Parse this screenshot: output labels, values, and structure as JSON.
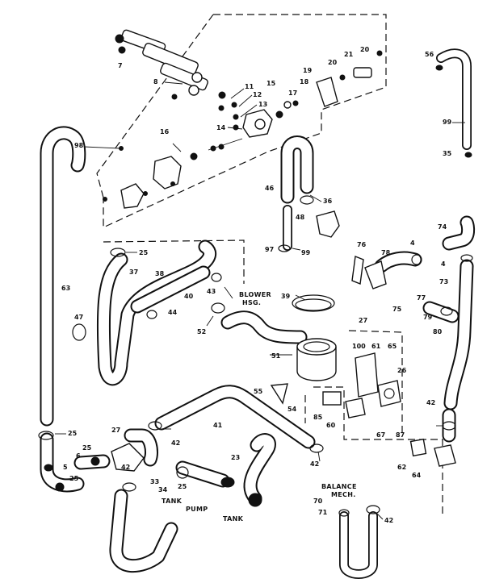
{
  "callouts": [
    {
      "id": "c7",
      "text": "7"
    },
    {
      "id": "c8",
      "text": "8"
    },
    {
      "id": "c11",
      "text": "11"
    },
    {
      "id": "c12",
      "text": "12"
    },
    {
      "id": "c13",
      "text": "13"
    },
    {
      "id": "c14",
      "text": "14"
    },
    {
      "id": "c15",
      "text": "15"
    },
    {
      "id": "c16",
      "text": "16"
    },
    {
      "id": "c17",
      "text": "17"
    },
    {
      "id": "c18",
      "text": "18"
    },
    {
      "id": "c19",
      "text": "19"
    },
    {
      "id": "c20",
      "text": "20"
    },
    {
      "id": "c21",
      "text": "21"
    },
    {
      "id": "c20b",
      "text": "20"
    },
    {
      "id": "c98",
      "text": "98"
    },
    {
      "id": "c46",
      "text": "46"
    },
    {
      "id": "c36",
      "text": "36"
    },
    {
      "id": "c48",
      "text": "48"
    },
    {
      "id": "c97",
      "text": "97"
    },
    {
      "id": "c99",
      "text": "99"
    },
    {
      "id": "c56",
      "text": "56"
    },
    {
      "id": "c99b",
      "text": "99"
    },
    {
      "id": "c35",
      "text": "35"
    },
    {
      "id": "c74",
      "text": "74"
    },
    {
      "id": "c78",
      "text": "78"
    },
    {
      "id": "c76",
      "text": "76"
    },
    {
      "id": "c4a",
      "text": "4"
    },
    {
      "id": "c4b",
      "text": "4"
    },
    {
      "id": "c73",
      "text": "73"
    },
    {
      "id": "c75",
      "text": "75"
    },
    {
      "id": "c77",
      "text": "77"
    },
    {
      "id": "c79",
      "text": "79"
    },
    {
      "id": "c80",
      "text": "80"
    },
    {
      "id": "c25a",
      "text": "25"
    },
    {
      "id": "c37",
      "text": "37"
    },
    {
      "id": "c38",
      "text": "38"
    },
    {
      "id": "c40",
      "text": "40"
    },
    {
      "id": "c43",
      "text": "43"
    },
    {
      "id": "c44",
      "text": "44"
    },
    {
      "id": "c63",
      "text": "63"
    },
    {
      "id": "c47",
      "text": "47"
    },
    {
      "id": "c39",
      "text": "39"
    },
    {
      "id": "c52",
      "text": "52"
    },
    {
      "id": "c27a",
      "text": "27"
    },
    {
      "id": "c51",
      "text": "51"
    },
    {
      "id": "c100",
      "text": "100"
    },
    {
      "id": "c61",
      "text": "61"
    },
    {
      "id": "c65",
      "text": "65"
    },
    {
      "id": "c26",
      "text": "26"
    },
    {
      "id": "c55",
      "text": "55"
    },
    {
      "id": "c54",
      "text": "54"
    },
    {
      "id": "c85",
      "text": "85"
    },
    {
      "id": "c60",
      "text": "60"
    },
    {
      "id": "c67",
      "text": "67"
    },
    {
      "id": "c87",
      "text": "87"
    },
    {
      "id": "c42a",
      "text": "42"
    },
    {
      "id": "c25b",
      "text": "25"
    },
    {
      "id": "c5",
      "text": "5"
    },
    {
      "id": "c6",
      "text": "6"
    },
    {
      "id": "c25c",
      "text": "25"
    },
    {
      "id": "c27b",
      "text": "27"
    },
    {
      "id": "c25d",
      "text": "25"
    },
    {
      "id": "c41",
      "text": "41"
    },
    {
      "id": "c42b",
      "text": "42"
    },
    {
      "id": "c42c",
      "text": "42"
    },
    {
      "id": "c33",
      "text": "33"
    },
    {
      "id": "c34",
      "text": "34"
    },
    {
      "id": "c25e",
      "text": "25"
    },
    {
      "id": "c23",
      "text": "23"
    },
    {
      "id": "c42d",
      "text": "42"
    },
    {
      "id": "c62",
      "text": "62"
    },
    {
      "id": "c64",
      "text": "64"
    },
    {
      "id": "c70",
      "text": "70"
    },
    {
      "id": "c71",
      "text": "71"
    },
    {
      "id": "c42e",
      "text": "42"
    }
  ],
  "labels": {
    "blower_line1": "BLOWER",
    "blower_line2": "HSG.",
    "tank_pump_line1": "TANK",
    "tank_pump_line2": "PUMP",
    "tank": "TANK",
    "balance_line1": "BALANCE",
    "balance_line2": "MECH."
  }
}
